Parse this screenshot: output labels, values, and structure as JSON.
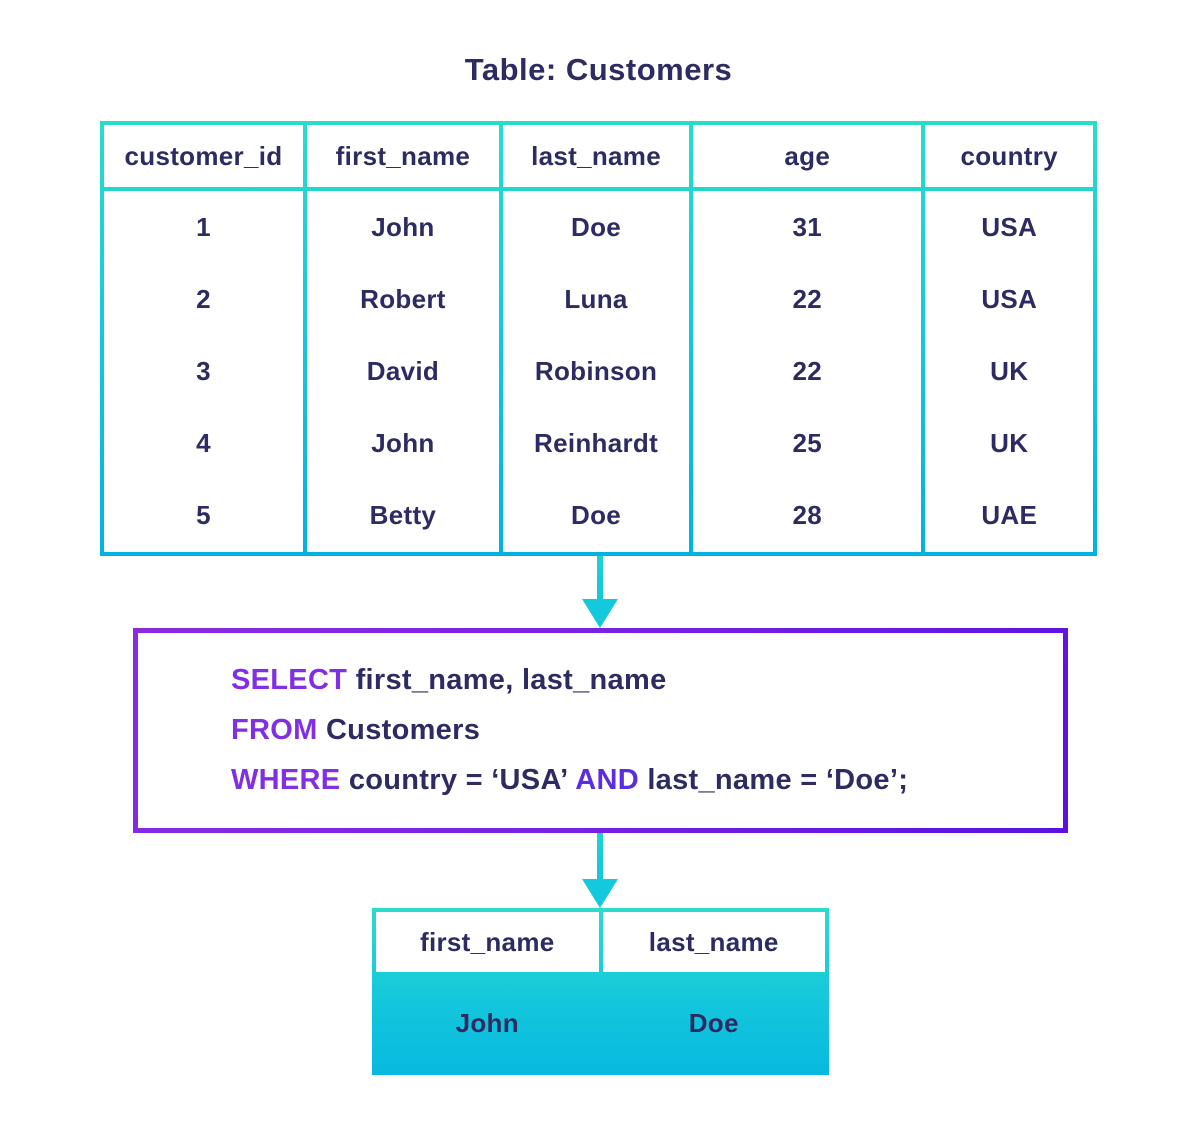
{
  "title": "Table: Customers",
  "colors": {
    "navy_text": "#2d2b62",
    "cyan_border_top": "#29dcc9",
    "cyan_border_bottom": "#00b2e2",
    "purple_border_start": "#8a2be2",
    "purple_border_end": "#5a11e2",
    "keyword_purple": "#8030e2",
    "keyword_and_violet": "#5b2ce0",
    "arrow_cyan": "#15c9dc"
  },
  "customers_table": {
    "columns": [
      "customer_id",
      "first_name",
      "last_name",
      "age",
      "country"
    ],
    "rows": [
      [
        "1",
        "John",
        "Doe",
        "31",
        "USA"
      ],
      [
        "2",
        "Robert",
        "Luna",
        "22",
        "USA"
      ],
      [
        "3",
        "David",
        "Robinson",
        "22",
        "UK"
      ],
      [
        "4",
        "John",
        "Reinhardt",
        "25",
        "UK"
      ],
      [
        "5",
        "Betty",
        "Doe",
        "28",
        "UAE"
      ]
    ]
  },
  "sql": {
    "select_kw": "SELECT",
    "select_rest": "first_name, last_name",
    "from_kw": "FROM",
    "from_rest": "Customers",
    "where_kw": "WHERE",
    "where_mid": "country = ‘USA’",
    "and_kw": "AND",
    "where_end": "last_name = ‘Doe’;"
  },
  "result_table": {
    "columns": [
      "first_name",
      "last_name"
    ],
    "rows": [
      [
        "John",
        "Doe"
      ]
    ]
  }
}
